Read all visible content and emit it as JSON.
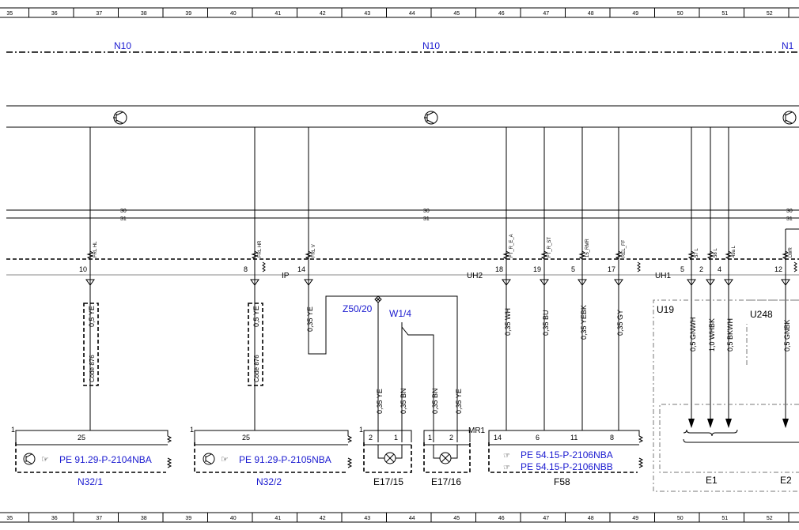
{
  "grid": {
    "columns": [
      "35",
      "36",
      "37",
      "38",
      "39",
      "40",
      "41",
      "42",
      "43",
      "44",
      "45",
      "46",
      "47",
      "48",
      "49",
      "50",
      "51",
      "52"
    ]
  },
  "nodes": {
    "n10_a": "N10",
    "n10_b": "N10",
    "n10_c": "N1"
  },
  "bus_lines": {
    "l30_a": "30",
    "l30_b": "30",
    "l30_c": "30",
    "l31_a": "31",
    "l31_b": "31",
    "l31_c": "31"
  },
  "connectors": {
    "ip": "IP",
    "uh2": "UH2",
    "uh1": "UH1",
    "mr1": "MR1",
    "z50": "Z50/20",
    "w1": "W1/4",
    "u19": "U19",
    "u248": "U248"
  },
  "signals": [
    "FRL HL",
    "FRL HR",
    "FRL V",
    "FT_R_E_A",
    "FT_R_ST",
    "15_RMR",
    "REL_FF",
    "57 L",
    "58 L",
    "49a L",
    "LWR"
  ],
  "pins_top": [
    "10",
    "8",
    "14",
    "18",
    "19",
    "5",
    "17",
    "5",
    "2",
    "4",
    "12"
  ],
  "wires": [
    "0,5 YE",
    "0,5 YE",
    "0,35 YE",
    "0,35 WH",
    "0,35 BU",
    "0,35 YEBK",
    "0,35 GY",
    "0,5 GNWH",
    "1,0 WHBK",
    "0,5 BKWH",
    "0,5 GNBK",
    "0,35 YE",
    "0,35 BN",
    "0,35 BN",
    "0,35 YE"
  ],
  "codes": [
    "Code 876",
    "Code 876"
  ],
  "components": {
    "n32_1": {
      "pin1": "1",
      "pin25": "25",
      "ref": "PE 91.29-P-2104NBA",
      "label": "N32/1"
    },
    "n32_2": {
      "pin1": "1",
      "pin25": "25",
      "ref": "PE 91.29-P-2105NBA",
      "label": "N32/2"
    },
    "e17_15": {
      "p2": "2",
      "p1": "1",
      "pin1": "1",
      "label": "E17/15"
    },
    "e17_16": {
      "p1": "1",
      "p2": "2",
      "label": "E17/16"
    },
    "f58": {
      "p14": "14",
      "p6": "6",
      "p11": "11",
      "p8": "8",
      "ref1": "PE 54.15-P-2106NBA",
      "ref2": "PE 54.15-P-2106NBB",
      "label": "F58"
    },
    "e1": {
      "label": "E1"
    },
    "e2": {
      "label": "E2"
    }
  },
  "colors": {
    "link": "#1a1ad0",
    "line": "#000000",
    "grey": "#888888"
  },
  "icons": [
    "transistor-icon",
    "book-reference-icon",
    "lamp-icon"
  ]
}
